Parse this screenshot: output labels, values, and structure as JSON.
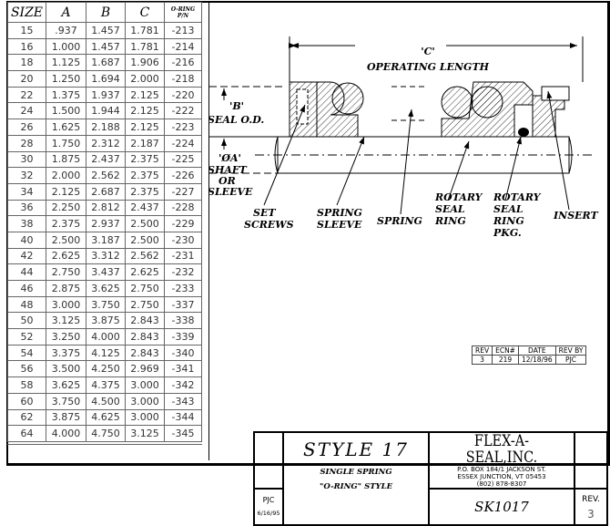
{
  "table": {
    "headers": [
      "SIZE",
      "A",
      "B",
      "C",
      "O-RING",
      "P/N"
    ],
    "rows": [
      [
        "15",
        ".937",
        "1.457",
        "1.781",
        "-213"
      ],
      [
        "16",
        "1.000",
        "1.457",
        "1.781",
        "-214"
      ],
      [
        "18",
        "1.125",
        "1.687",
        "1.906",
        "-216"
      ],
      [
        "20",
        "1.250",
        "1.694",
        "2.000",
        "-218"
      ],
      [
        "22",
        "1.375",
        "1.937",
        "2.125",
        "-220"
      ],
      [
        "24",
        "1.500",
        "1.944",
        "2.125",
        "-222"
      ],
      [
        "26",
        "1.625",
        "2.188",
        "2.125",
        "-223"
      ],
      [
        "28",
        "1.750",
        "2.312",
        "2.187",
        "-224"
      ],
      [
        "30",
        "1.875",
        "2.437",
        "2.375",
        "-225"
      ],
      [
        "32",
        "2.000",
        "2.562",
        "2.375",
        "-226"
      ],
      [
        "34",
        "2.125",
        "2.687",
        "2.375",
        "-227"
      ],
      [
        "36",
        "2.250",
        "2.812",
        "2.437",
        "-228"
      ],
      [
        "38",
        "2.375",
        "2.937",
        "2.500",
        "-229"
      ],
      [
        "40",
        "2.500",
        "3.187",
        "2.500",
        "-230"
      ],
      [
        "42",
        "2.625",
        "3.312",
        "2.562",
        "-231"
      ],
      [
        "44",
        "2.750",
        "3.437",
        "2.625",
        "-232"
      ],
      [
        "46",
        "2.875",
        "3.625",
        "2.750",
        "-233"
      ],
      [
        "48",
        "3.000",
        "3.750",
        "2.750",
        "-337"
      ],
      [
        "50",
        "3.125",
        "3.875",
        "2.843",
        "-338"
      ],
      [
        "52",
        "3.250",
        "4.000",
        "2.843",
        "-339"
      ],
      [
        "54",
        "3.375",
        "4.125",
        "2.843",
        "-340"
      ],
      [
        "56",
        "3.500",
        "4.250",
        "2.969",
        "-341"
      ],
      [
        "58",
        "3.625",
        "4.375",
        "3.000",
        "-342"
      ],
      [
        "60",
        "3.750",
        "4.500",
        "3.000",
        "-343"
      ],
      [
        "62",
        "3.875",
        "4.625",
        "3.000",
        "-344"
      ],
      [
        "64",
        "4.000",
        "4.750",
        "3.125",
        "-345"
      ]
    ]
  },
  "drawing": {
    "c_dim": "'C'",
    "operating_length": "OPERATING LENGTH",
    "b_dim": "'B'",
    "seal_od": "SEAL O.D.",
    "a_dim": "'ØA'",
    "shaft": "SHAFT",
    "or": "OR",
    "sleeve": "SLEEVE",
    "set_screws": [
      "SET",
      "SCREWS"
    ],
    "spring_sleeve": [
      "SPRING",
      "SLEEVE"
    ],
    "spring": "SPRING",
    "rotary_seal_ring": [
      "ROTARY",
      "SEAL",
      "RING"
    ],
    "rotary_seal_ring_pkg": [
      "ROTARY",
      "SEAL",
      "RING",
      "PKG."
    ],
    "insert": "INSERT"
  },
  "revision": {
    "headers": [
      "REV",
      "ECN#",
      "DATE",
      "REV BY"
    ],
    "values": [
      "3",
      "219",
      "12/18/96",
      "PJC"
    ]
  },
  "title_block": {
    "style": "STYLE 17",
    "desc1": "SINGLE SPRING",
    "desc2": "\"O-RING\" STYLE",
    "company": "FLEX-A-SEAL,INC.",
    "addr1": "P.O. BOX 184/1 JACKSON ST.",
    "addr2": "ESSEX JUNCTION, VT 05453",
    "phone": "(802) 878-8307",
    "drawn_by": "PJC",
    "drawn_date": "6/16/95",
    "drawing_no": "SK1017",
    "rev_label": "REV.",
    "rev": "3"
  }
}
